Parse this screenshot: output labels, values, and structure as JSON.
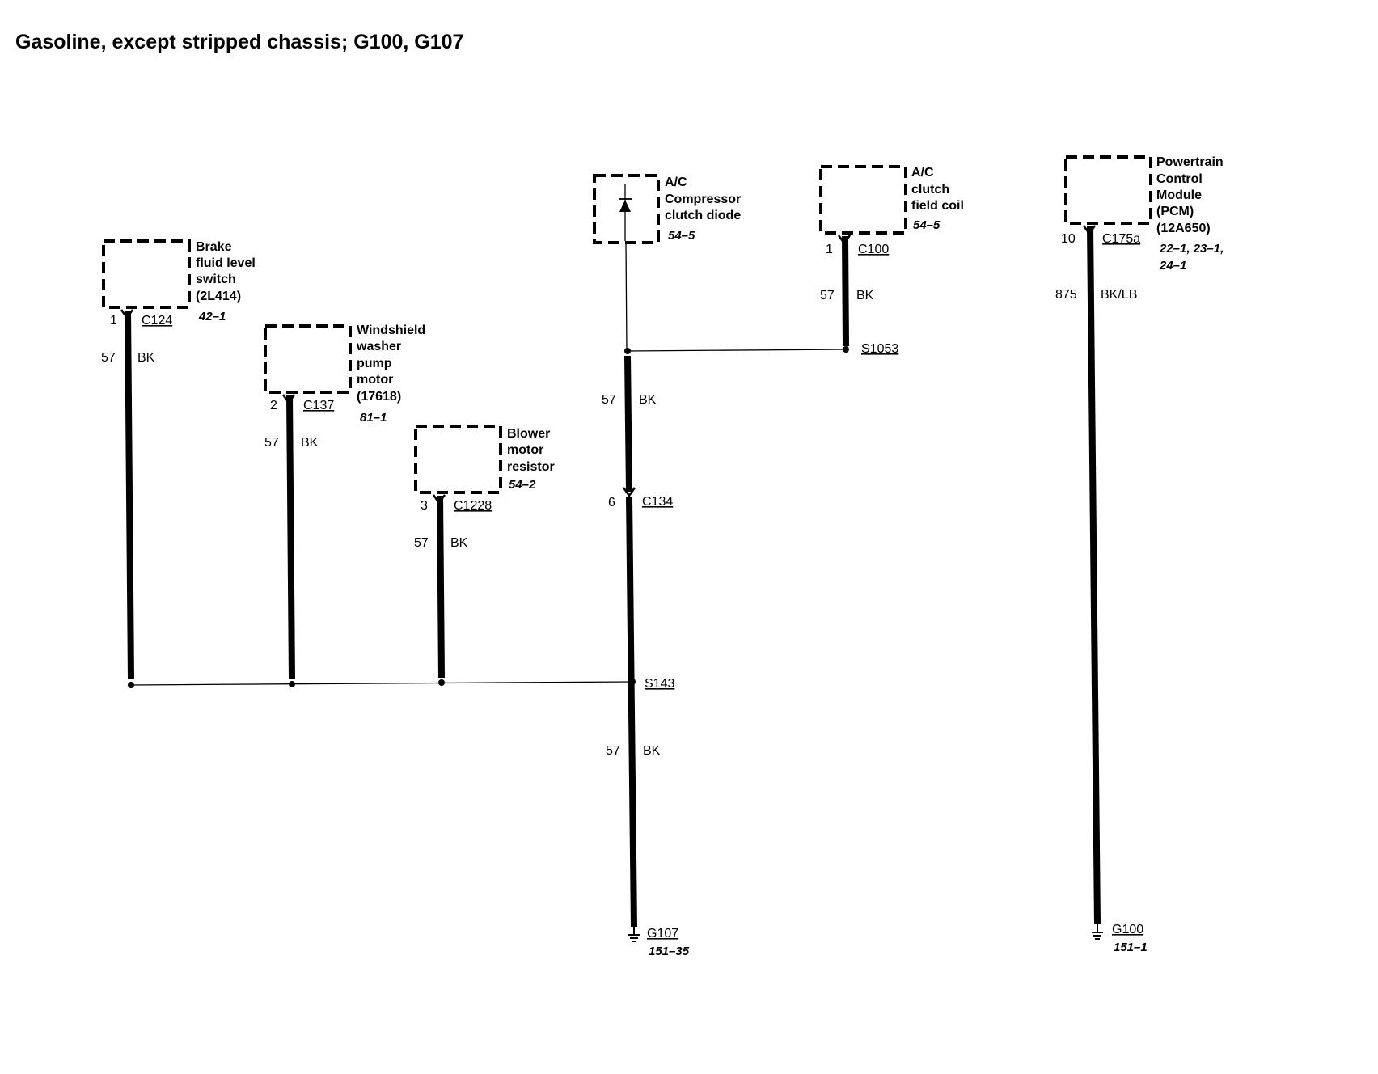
{
  "title": "Gasoline, except stripped chassis; G100, G107",
  "components": {
    "brake_fluid_level_switch": {
      "name_lines": [
        "Brake",
        "fluid level",
        "switch",
        "(2L414)"
      ],
      "ref": "42–1",
      "pin": "1",
      "connector": "C124",
      "circuit": "57",
      "color": "BK"
    },
    "windshield_washer_pump_motor": {
      "name_lines": [
        "Windshield",
        "washer",
        "pump",
        "motor",
        "(17618)"
      ],
      "ref": "81–1",
      "pin": "2",
      "connector": "C137",
      "circuit": "57",
      "color": "BK"
    },
    "blower_motor_resistor": {
      "name_lines": [
        "Blower",
        "motor",
        "resistor"
      ],
      "ref": "54–2",
      "pin": "3",
      "connector": "C1228",
      "circuit": "57",
      "color": "BK"
    },
    "ac_compressor_clutch_diode": {
      "name_lines": [
        "A/C",
        "Compressor",
        "clutch diode"
      ],
      "ref": "54–5",
      "circuit": "57",
      "color": "BK",
      "pin": "6",
      "connector": "C134"
    },
    "ac_clutch_field_coil": {
      "name_lines": [
        "A/C",
        "clutch",
        "field coil"
      ],
      "ref": "54–5",
      "pin": "1",
      "connector": "C100",
      "circuit": "57",
      "color": "BK",
      "splice": "S1053"
    },
    "pcm": {
      "name_lines": [
        "Powertrain",
        "Control",
        "Module",
        "(PCM)",
        "(12A650)"
      ],
      "ref_lines": [
        "22–1, 23–1,",
        "24–1"
      ],
      "pin": "10",
      "connector": "C175a",
      "circuit": "875",
      "color": "BK/LB"
    }
  },
  "splices": {
    "s143": "S143"
  },
  "grounds": {
    "g107": {
      "label": "G107",
      "ref": "151–35",
      "circuit": "57",
      "color": "BK"
    },
    "g100": {
      "label": "G100",
      "ref": "151–1"
    }
  }
}
